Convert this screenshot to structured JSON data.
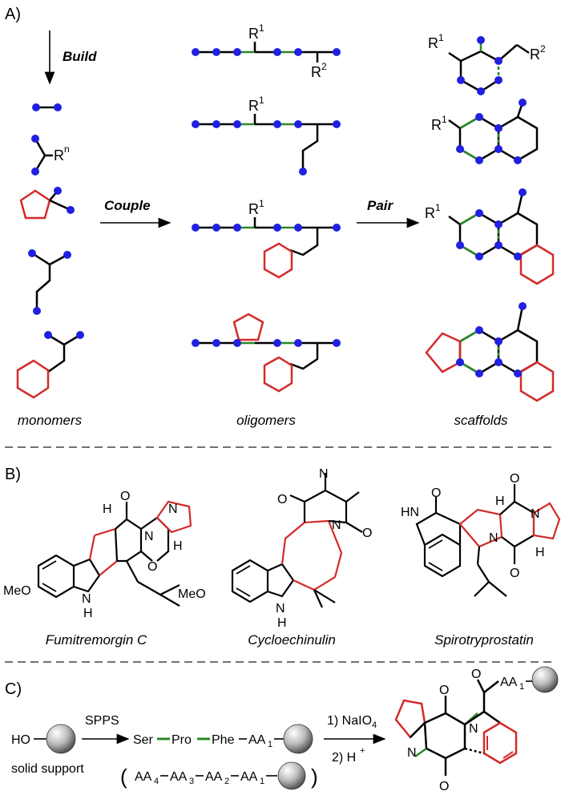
{
  "panels": {
    "A": "A)",
    "B": "B)",
    "C": "C)"
  },
  "panel_a": {
    "build_label": "Build",
    "couple_label": "Couple",
    "pair_label": "Pair",
    "r1": "R",
    "r1_sup": "1",
    "r2": "R",
    "r2_sup": "2",
    "rn": "R",
    "rn_sup": "n",
    "col_monomers": "monomers",
    "col_oligomers": "oligomers",
    "col_scaffolds": "scaffolds"
  },
  "panel_b": {
    "fumitremorgin": "Fumitremorgin C",
    "cycloechinulin": "Cycloechinulin",
    "spirotryprostatin": "Spirotryprostatin",
    "meo": "MeO",
    "nh": "N",
    "h": "H",
    "hn": "HN",
    "o": "O",
    "n": "N"
  },
  "panel_c": {
    "ho": "HO",
    "solid_support": "solid support",
    "spps": "SPPS",
    "ser": "Ser",
    "pro": "Pro",
    "phe": "Phe",
    "aa1": "AA",
    "sub1": "1",
    "aa4": "AA",
    "sub4": "4",
    "aa3": "AA",
    "sub3": "3",
    "aa2": "AA",
    "sub2": "2",
    "step1": "1) NaIO",
    "step1_sub": "4",
    "step2": "2) H",
    "step2_sup": "+"
  },
  "colors": {
    "atom": "#2020e0",
    "ring": "#d42a2a",
    "link": "#2a8a2a",
    "bond": "#000000"
  }
}
